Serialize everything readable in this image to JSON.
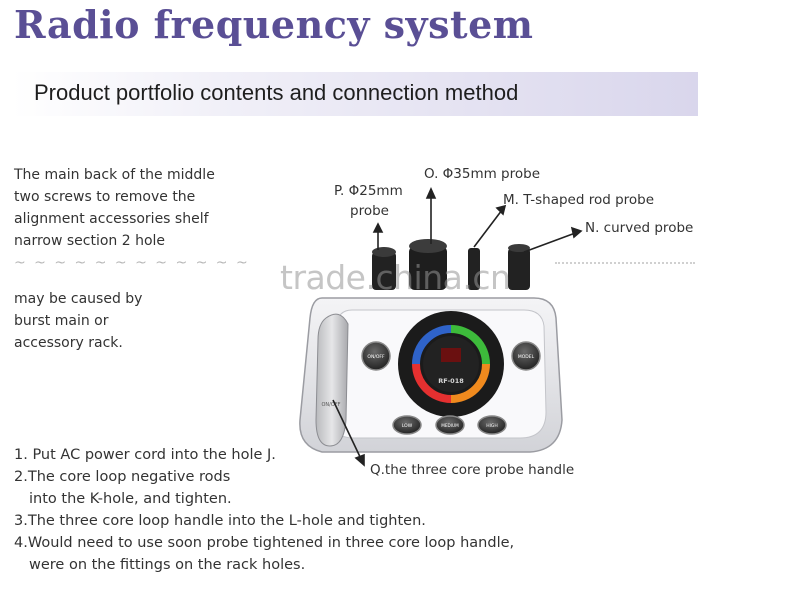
{
  "header": {
    "title": "Radio frequency system",
    "banner": "Product portfolio contents and connection method"
  },
  "note": {
    "lines": [
      "The main back of the middle",
      "two screws to remove the",
      "alignment accessories shelf",
      "narrow section 2 hole",
      "may be caused by",
      "burst main or",
      "accessory rack."
    ]
  },
  "labels": {
    "p_probe_1": "P. Φ25mm",
    "p_probe_2": "probe",
    "o_probe": "O. Φ35mm probe",
    "m_probe": "M. T-shaped rod probe",
    "n_probe": "N. curved probe",
    "q_handle": "Q.the three core probe handle"
  },
  "device": {
    "buttons": {
      "on_off": "ON/OFF",
      "model": "MODEL",
      "low": "LOW",
      "medium": "MEDIUM",
      "high": "HIGH"
    },
    "model_name": "RF-018",
    "handle_label": "ON/OFF"
  },
  "steps": [
    "1. Put AC power cord into the hole J.",
    "2.The core loop negative rods",
    "into the K-hole, and tighten.",
    "3.The three core loop handle into the L-hole and tighten.",
    "4.Would need to use soon probe tightened in three core loop handle,",
    "were on the fittings on the rack holes."
  ],
  "watermark": "trade.china.cn",
  "colors": {
    "title": "#5a4f95",
    "ring_blue": "#2f63c9",
    "ring_green": "#3dbb3b",
    "ring_red": "#e53030",
    "ring_orange": "#f08a1e"
  }
}
